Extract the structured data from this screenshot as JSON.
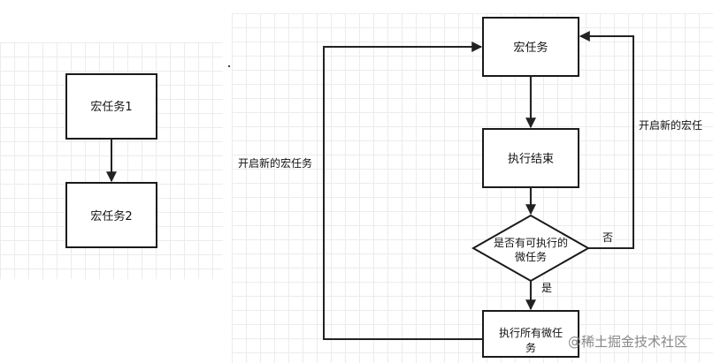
{
  "left_diagram": {
    "task1": "宏任务1",
    "task2": "宏任务2"
  },
  "right_diagram": {
    "macro_task": "宏任务",
    "execution_end": "执行结束",
    "decision_line1": "是否有可执行的",
    "decision_line2": "微任务",
    "execute_microtasks_line1": "执行所有微任",
    "execute_microtasks_line2": "务",
    "yes_label": "是",
    "no_label": "否",
    "loop_label_left": "开启新的宏任务",
    "loop_label_right": "开启新的宏任"
  },
  "watermark": "@稀土掘金技术社区"
}
